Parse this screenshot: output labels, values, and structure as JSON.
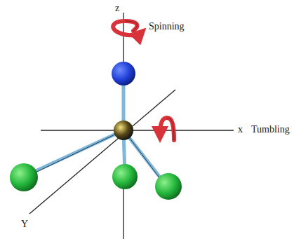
{
  "diagram": {
    "labels": [
      "z",
      "Spinning",
      "x",
      "Tumbling",
      "Y"
    ]
  }
}
